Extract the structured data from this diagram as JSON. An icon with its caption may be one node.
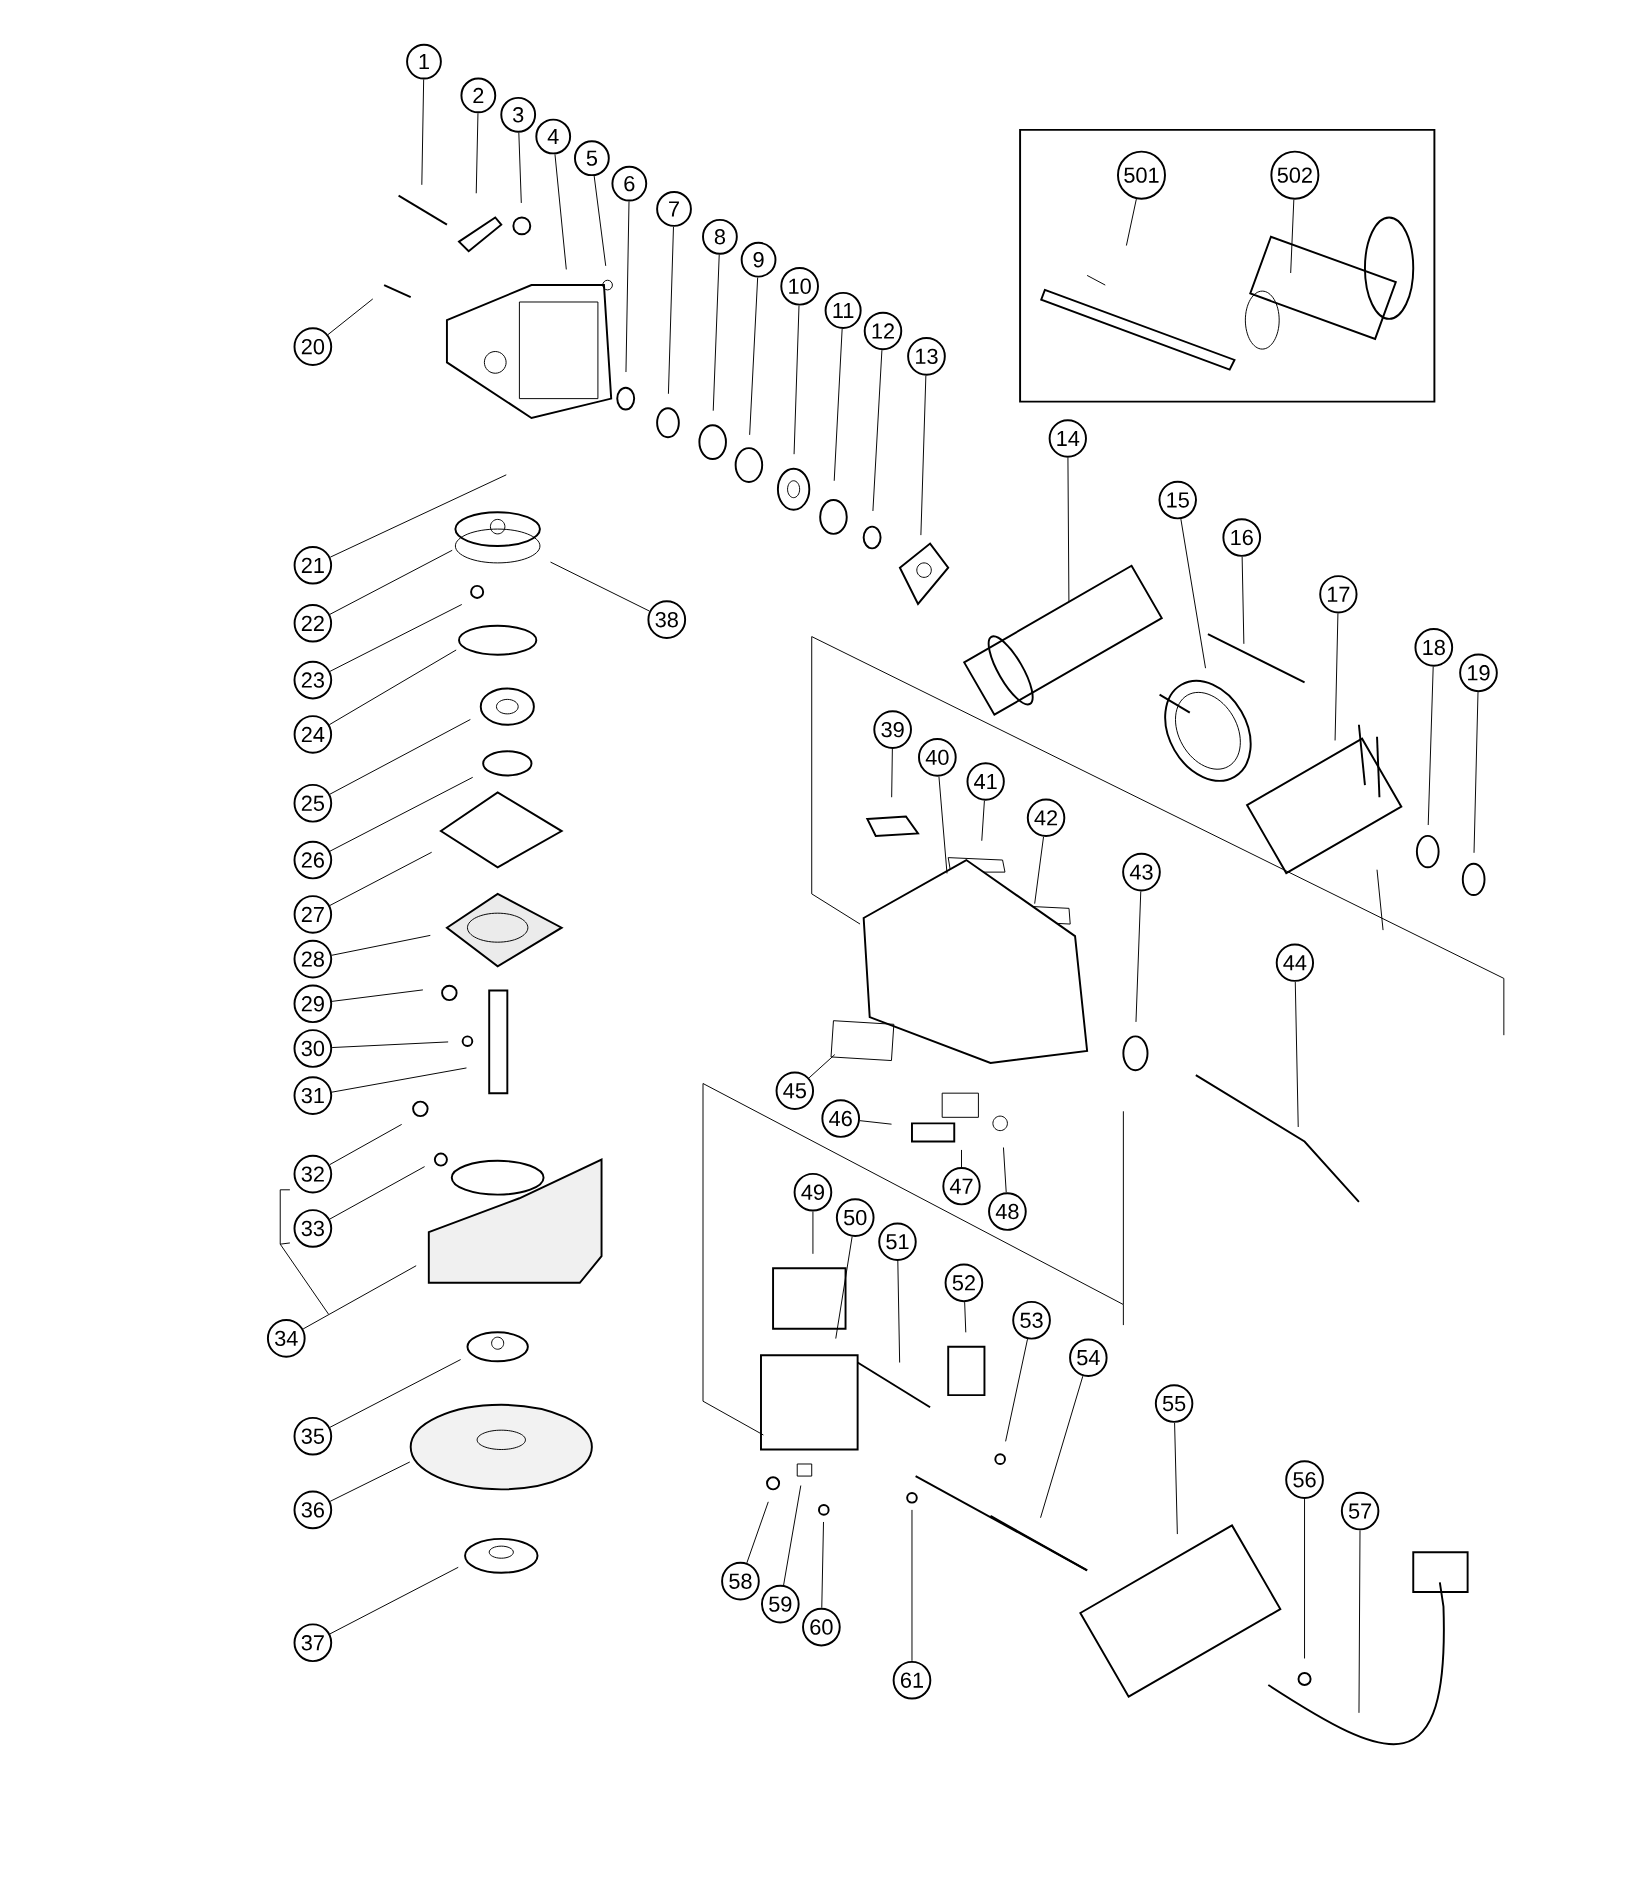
{
  "diagram": {
    "nodes": [
      {
        "text": [],
        "shape": "box"
      },
      {
        "text": [
          "1"
        ]
      },
      {
        "text": [
          "2"
        ]
      },
      {
        "text": [
          "3"
        ]
      },
      {
        "text": [
          "4"
        ]
      },
      {
        "text": [
          "5"
        ]
      },
      {
        "text": [
          "6"
        ]
      },
      {
        "text": [
          "7"
        ]
      },
      {
        "text": [
          "8"
        ]
      },
      {
        "text": [
          "9"
        ]
      },
      {
        "text": [
          "10"
        ]
      },
      {
        "text": [
          "11"
        ]
      },
      {
        "text": [
          "12"
        ]
      },
      {
        "text": [
          "13"
        ]
      },
      {
        "text": [
          "14"
        ]
      },
      {
        "text": [
          "15"
        ]
      },
      {
        "text": [
          "16"
        ]
      },
      {
        "text": [
          "17"
        ]
      },
      {
        "text": [
          "18"
        ]
      },
      {
        "text": [
          "19"
        ]
      },
      {
        "text": [
          "20"
        ]
      },
      {
        "text": [
          "21"
        ]
      },
      {
        "text": [
          "22"
        ]
      },
      {
        "text": [
          "23"
        ]
      },
      {
        "text": [
          "24"
        ]
      },
      {
        "text": [
          "25"
        ]
      },
      {
        "text": [
          "26"
        ]
      },
      {
        "text": [
          "27"
        ]
      },
      {
        "text": [
          "28"
        ]
      },
      {
        "text": [
          "29"
        ]
      },
      {
        "text": [
          "30"
        ]
      },
      {
        "text": [
          "31"
        ]
      },
      {
        "text": [
          "32"
        ]
      },
      {
        "text": [
          "33"
        ]
      },
      {
        "text": [
          "34"
        ]
      },
      {
        "text": [
          "35"
        ]
      },
      {
        "text": [
          "36"
        ]
      },
      {
        "text": [
          "37"
        ]
      },
      {
        "text": [
          "38"
        ]
      },
      {
        "text": [
          "39"
        ]
      },
      {
        "text": [
          "40"
        ]
      },
      {
        "text": [
          "41"
        ]
      },
      {
        "text": [
          "42"
        ]
      },
      {
        "text": [
          "43"
        ]
      },
      {
        "text": [
          "44"
        ]
      },
      {
        "text": [
          "45"
        ]
      },
      {
        "text": [
          "46"
        ]
      },
      {
        "text": [
          "47"
        ]
      },
      {
        "text": [
          "48"
        ]
      },
      {
        "text": [
          "49"
        ]
      },
      {
        "text": [
          "50"
        ]
      },
      {
        "text": [
          "51"
        ]
      },
      {
        "text": [
          "52"
        ]
      },
      {
        "text": [
          "53"
        ]
      },
      {
        "text": [
          "54"
        ]
      },
      {
        "text": [
          "55"
        ]
      },
      {
        "text": [
          "56"
        ]
      },
      {
        "text": [
          "57"
        ]
      },
      {
        "text": [
          "58"
        ]
      },
      {
        "text": [
          "59"
        ]
      },
      {
        "text": [
          "60"
        ]
      },
      {
        "text": [
          "61"
        ]
      },
      {
        "text": [
          "501"
        ],
        "in": 0
      },
      {
        "text": [
          "502"
        ],
        "in": 0
      }
    ],
    "edges": [
      {
        "from": 1,
        "to": null,
        "arrow": "none"
      },
      {
        "from": 2,
        "to": null,
        "arrow": "none"
      },
      {
        "from": 3,
        "to": null,
        "arrow": "none"
      },
      {
        "from": 4,
        "to": null,
        "arrow": "none"
      },
      {
        "from": 5,
        "to": null,
        "arrow": "none"
      },
      {
        "from": 6,
        "to": null,
        "arrow": "none"
      },
      {
        "from": 7,
        "to": null,
        "arrow": "none"
      },
      {
        "from": 8,
        "to": null,
        "arrow": "none"
      },
      {
        "from": 9,
        "to": null,
        "arrow": "none"
      },
      {
        "from": 10,
        "to": null,
        "arrow": "none"
      },
      {
        "from": 11,
        "to": null,
        "arrow": "none"
      },
      {
        "from": 12,
        "to": null,
        "arrow": "none"
      },
      {
        "from": 13,
        "to": null,
        "arrow": "none"
      },
      {
        "from": 14,
        "to": null,
        "arrow": "none"
      },
      {
        "from": 15,
        "to": null,
        "arrow": "none"
      },
      {
        "from": 16,
        "to": null,
        "arrow": "none"
      },
      {
        "from": 17,
        "to": null,
        "arrow": "none"
      },
      {
        "from": 18,
        "to": null,
        "arrow": "none"
      },
      {
        "from": 19,
        "to": null,
        "arrow": "none"
      },
      {
        "from": 20,
        "to": null,
        "arrow": "none"
      },
      {
        "from": 21,
        "to": null,
        "arrow": "none"
      },
      {
        "from": 22,
        "to": null,
        "arrow": "none"
      },
      {
        "from": 23,
        "to": null,
        "arrow": "none"
      },
      {
        "from": 24,
        "to": null,
        "arrow": "none"
      },
      {
        "from": 25,
        "to": null,
        "arrow": "none"
      },
      {
        "from": 26,
        "to": null,
        "arrow": "none"
      },
      {
        "from": 27,
        "to": null,
        "arrow": "none"
      },
      {
        "from": 28,
        "to": null,
        "arrow": "none"
      },
      {
        "from": 29,
        "to": null,
        "arrow": "none"
      },
      {
        "from": 30,
        "to": null,
        "arrow": "none"
      },
      {
        "from": 31,
        "to": null,
        "arrow": "none"
      },
      {
        "from": 32,
        "to": null,
        "arrow": "none"
      },
      {
        "from": 33,
        "to": null,
        "arrow": "none"
      },
      {
        "from": 34,
        "to": null,
        "arrow": "none"
      },
      {
        "from": 35,
        "to": null,
        "arrow": "none"
      },
      {
        "from": 36,
        "to": null,
        "arrow": "none"
      },
      {
        "from": 37,
        "to": null,
        "arrow": "none"
      },
      {
        "from": 38,
        "to": null,
        "arrow": "none"
      },
      {
        "from": 39,
        "to": null,
        "arrow": "none"
      },
      {
        "from": 40,
        "to": null,
        "arrow": "none"
      },
      {
        "from": 41,
        "to": null,
        "arrow": "none"
      },
      {
        "from": 42,
        "to": null,
        "arrow": "none"
      },
      {
        "from": 43,
        "to": null,
        "arrow": "none"
      },
      {
        "from": 44,
        "to": null,
        "arrow": "none"
      },
      {
        "from": 45,
        "to": null,
        "arrow": "none"
      },
      {
        "from": 46,
        "to": null,
        "arrow": "none"
      },
      {
        "from": 47,
        "to": null,
        "arrow": "none"
      },
      {
        "from": 48,
        "to": null,
        "arrow": "none"
      },
      {
        "from": 49,
        "to": null,
        "arrow": "none"
      },
      {
        "from": 50,
        "to": null,
        "arrow": "none"
      },
      {
        "from": 51,
        "to": null,
        "arrow": "none"
      },
      {
        "from": 52,
        "to": null,
        "arrow": "none"
      },
      {
        "from": 53,
        "to": null,
        "arrow": "none"
      },
      {
        "from": 54,
        "to": null,
        "arrow": "none"
      },
      {
        "from": 55,
        "to": null,
        "arrow": "none"
      },
      {
        "from": 56,
        "to": null,
        "arrow": "none"
      },
      {
        "from": 57,
        "to": null,
        "arrow": "none"
      },
      {
        "from": 58,
        "to": null,
        "arrow": "none"
      },
      {
        "from": 59,
        "to": null,
        "arrow": "none"
      },
      {
        "from": 60,
        "to": null,
        "arrow": "none"
      },
      {
        "from": 61,
        "to": null,
        "arrow": "none"
      },
      {
        "from": 62,
        "to": null,
        "arrow": "none"
      },
      {
        "from": 63,
        "to": null,
        "arrow": "none"
      }
    ]
  }
}
